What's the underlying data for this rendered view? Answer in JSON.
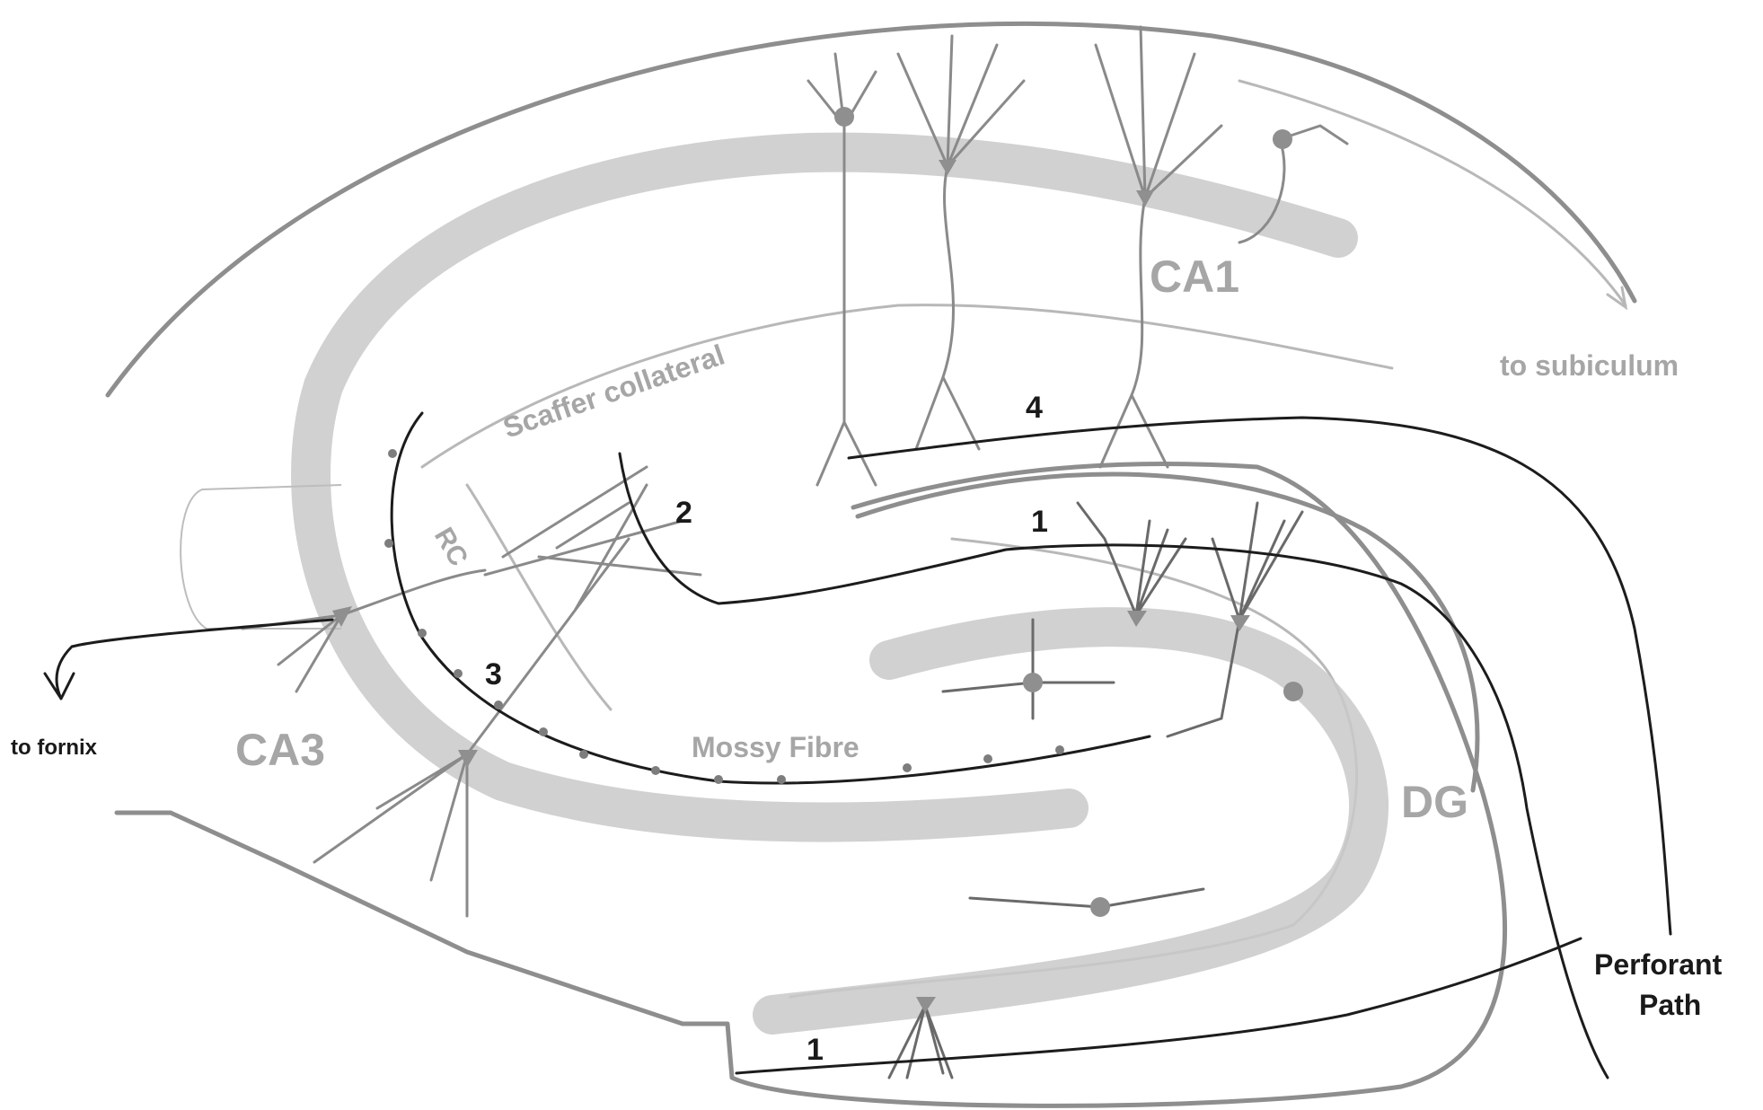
{
  "labels": {
    "ca1": "CA1",
    "ca3": "CA3",
    "dg": "DG",
    "to_subiculum": "to subiculum",
    "scaffer_collateral": "Scaffer collateral",
    "rc": "RC",
    "mossy_fibre": "Mossy Fibre",
    "to_fornix": "to fornix",
    "perforant_line1": "Perforant",
    "perforant_line2": "Path",
    "num_1_top": "1",
    "num_1_bottom": "1",
    "num_2": "2",
    "num_3": "3",
    "num_4": "4"
  },
  "colors": {
    "region_label": "#a6a6a6",
    "pathway_label": "#1a1a1a",
    "outline": "#8e8e8e",
    "cell_band": "#c9c9c9",
    "pathway_line": "#1c1c1c"
  }
}
